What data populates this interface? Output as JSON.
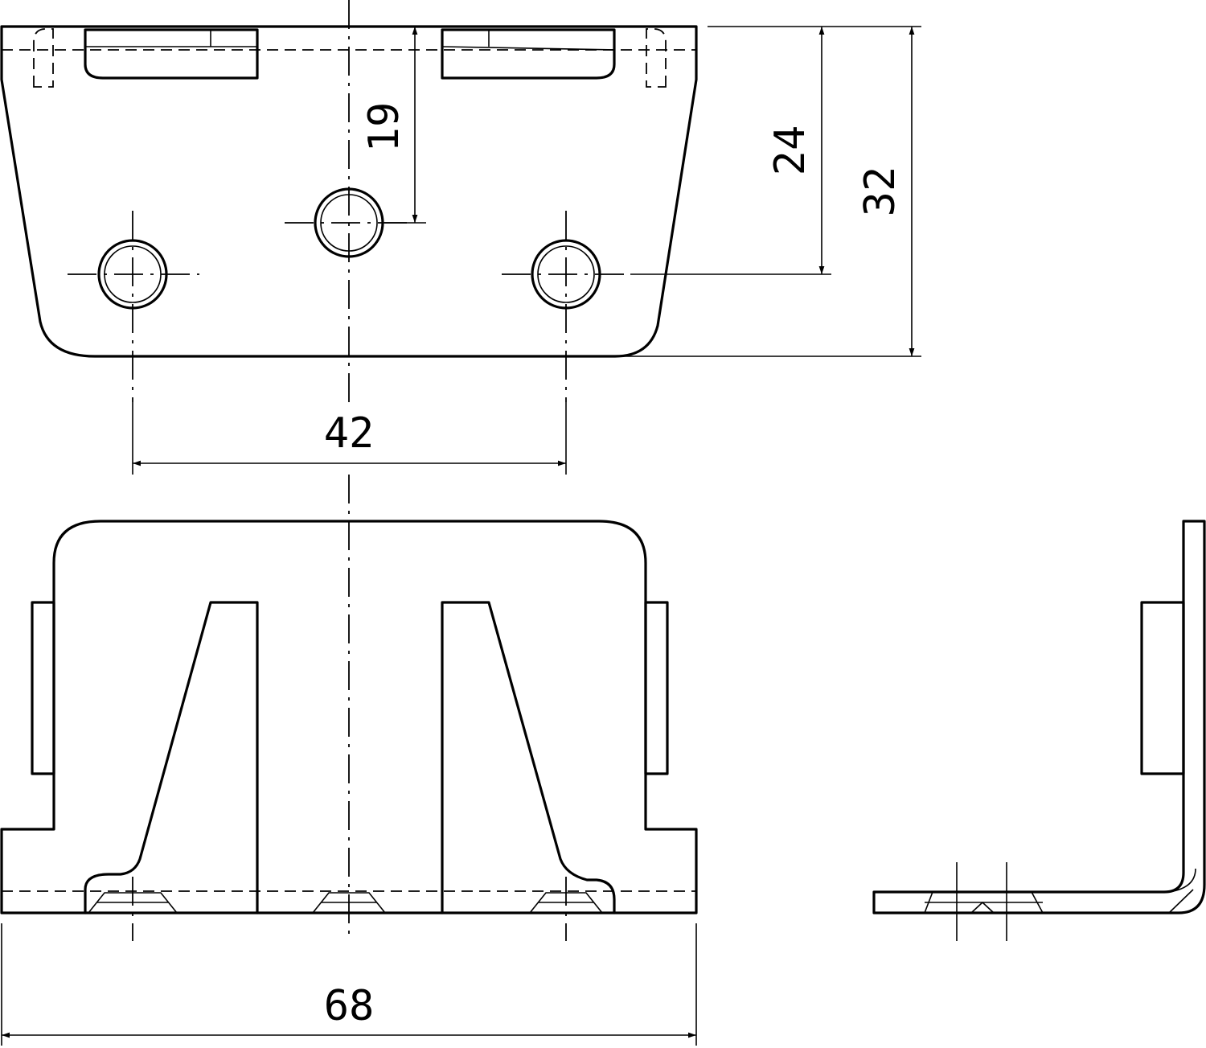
{
  "drawing": {
    "dimensions": [
      {
        "id": "dim-19",
        "value": "19",
        "orientation": "vertical"
      },
      {
        "id": "dim-24",
        "value": "24",
        "orientation": "vertical"
      },
      {
        "id": "dim-32",
        "value": "32",
        "orientation": "vertical"
      },
      {
        "id": "dim-42",
        "value": "42",
        "orientation": "horizontal"
      },
      {
        "id": "dim-68",
        "value": "68",
        "orientation": "horizontal"
      }
    ],
    "views": [
      "top-view",
      "front-view",
      "side-view"
    ]
  }
}
